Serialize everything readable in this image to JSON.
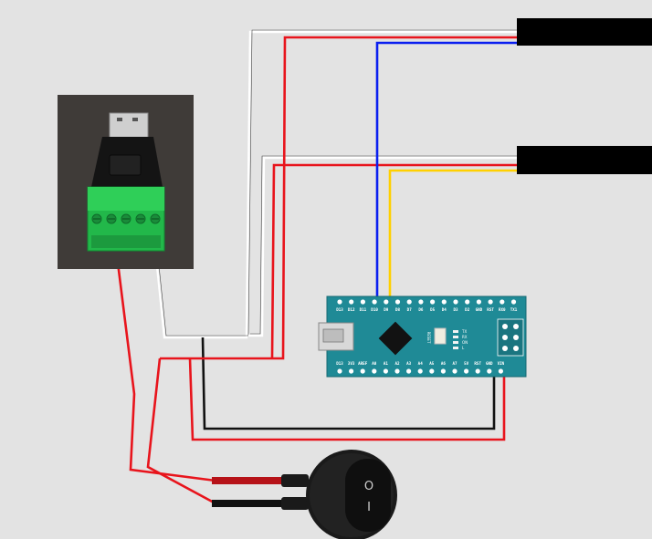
{
  "colors": {
    "background": "#e3e3e3",
    "wire_red": "#e8141c",
    "wire_black": "#111111",
    "wire_white": "#ffffff",
    "wire_blue": "#0a1ff0",
    "wire_yellow": "#ffd000",
    "board": "#1f8a96",
    "usb_terminal": "#22b84a",
    "switch_body": "#1a1a1a"
  },
  "components": {
    "usb_adapter": {
      "name": "usb-to-screw-terminal-adapter",
      "terminal_count": 5
    },
    "arduino_nano": {
      "name": "arduino-nano",
      "top_pins": [
        "D13",
        "D12",
        "D11",
        "D10",
        "D9",
        "D8",
        "D7",
        "D6",
        "D5",
        "D4",
        "D3",
        "D2",
        "GND",
        "RST",
        "RX0",
        "TX1"
      ],
      "bottom_pins": [
        "D13",
        "3V3",
        "AREF",
        "A0",
        "A1",
        "A2",
        "A3",
        "A4",
        "A5",
        "A6",
        "A7",
        "5V",
        "RST",
        "GND",
        "VIN"
      ],
      "top_labels": [
        "D13",
        "D12",
        "D11",
        "D10",
        "D9",
        "D8",
        "D7",
        "D6",
        "D5",
        "D4",
        "D3",
        "D2",
        "GND",
        "RST",
        "RX0",
        "TX1"
      ],
      "bottom_labels": [
        "D13",
        "3V3",
        "AREF",
        "A0",
        "A1",
        "A2",
        "A3",
        "A4",
        "A5",
        "A6",
        "A7",
        "5V",
        "RST",
        "GND",
        "VIN"
      ],
      "side_labels": [
        "TX",
        "RX",
        "ON",
        "L"
      ],
      "reset_label": "RESET"
    },
    "connectors": [
      {
        "name": "led-strip-connector-1",
        "wires": [
          "white",
          "red",
          "blue"
        ]
      },
      {
        "name": "led-strip-connector-2",
        "wires": [
          "white",
          "red",
          "yellow"
        ]
      }
    ],
    "switch": {
      "name": "rocker-switch",
      "symbols": [
        "I",
        "O"
      ]
    }
  },
  "text": {
    "top_row_labels": "D13 D12 D11 D10 D9 D8 D7 D6 D5 D4 D3 D2 GND RST RX0 TX1",
    "bottom_row_labels": "D13 3V3 AREF A0 A1 A2 A3 A4 A5 A6 A7 5V RST GND VIN"
  }
}
